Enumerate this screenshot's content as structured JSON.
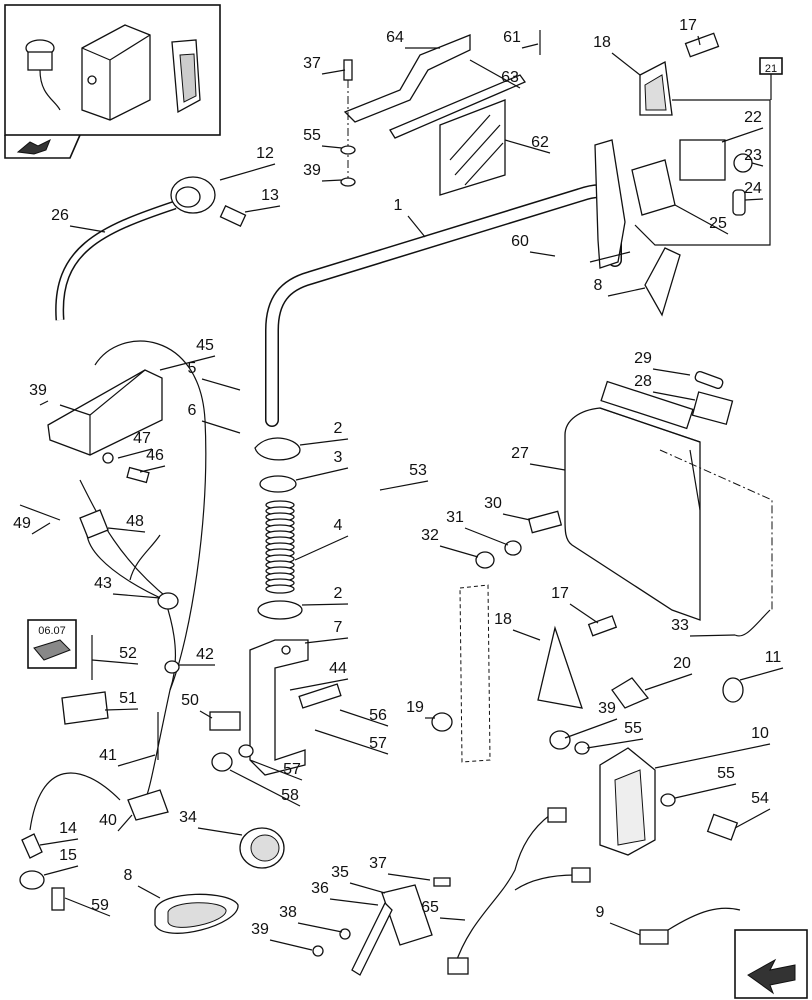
{
  "inset_ref_top": "21",
  "inset_ref_left": "06.07",
  "callouts": [
    {
      "id": "c64",
      "text": "64"
    },
    {
      "id": "c61",
      "text": "61"
    },
    {
      "id": "c63",
      "text": "63"
    },
    {
      "id": "c37a",
      "text": "37"
    },
    {
      "id": "c55a",
      "text": "55"
    },
    {
      "id": "c39a",
      "text": "39"
    },
    {
      "id": "c62",
      "text": "62"
    },
    {
      "id": "c17a",
      "text": "17"
    },
    {
      "id": "c18a",
      "text": "18"
    },
    {
      "id": "c22",
      "text": "22"
    },
    {
      "id": "c23",
      "text": "23"
    },
    {
      "id": "c24",
      "text": "24"
    },
    {
      "id": "c25",
      "text": "25"
    },
    {
      "id": "c12",
      "text": "12"
    },
    {
      "id": "c13",
      "text": "13"
    },
    {
      "id": "c26",
      "text": "26"
    },
    {
      "id": "c1",
      "text": "1"
    },
    {
      "id": "c60",
      "text": "60"
    },
    {
      "id": "c8a",
      "text": "8"
    },
    {
      "id": "c45",
      "text": "45"
    },
    {
      "id": "c5",
      "text": "5"
    },
    {
      "id": "c39b",
      "text": "39"
    },
    {
      "id": "c6",
      "text": "6"
    },
    {
      "id": "c47",
      "text": "47"
    },
    {
      "id": "c46",
      "text": "46"
    },
    {
      "id": "c2a",
      "text": "2"
    },
    {
      "id": "c3",
      "text": "3"
    },
    {
      "id": "c53",
      "text": "53"
    },
    {
      "id": "c29",
      "text": "29"
    },
    {
      "id": "c28",
      "text": "28"
    },
    {
      "id": "c27",
      "text": "27"
    },
    {
      "id": "c49",
      "text": "49"
    },
    {
      "id": "c48",
      "text": "48"
    },
    {
      "id": "c4",
      "text": "4"
    },
    {
      "id": "c30",
      "text": "30"
    },
    {
      "id": "c31",
      "text": "31"
    },
    {
      "id": "c32",
      "text": "32"
    },
    {
      "id": "c43",
      "text": "43"
    },
    {
      "id": "c2b",
      "text": "2"
    },
    {
      "id": "c17b",
      "text": "17"
    },
    {
      "id": "c7",
      "text": "7"
    },
    {
      "id": "c18b",
      "text": "18"
    },
    {
      "id": "c33",
      "text": "33"
    },
    {
      "id": "c52",
      "text": "52"
    },
    {
      "id": "c42",
      "text": "42"
    },
    {
      "id": "c44",
      "text": "44"
    },
    {
      "id": "c11",
      "text": "11"
    },
    {
      "id": "c20",
      "text": "20"
    },
    {
      "id": "c51",
      "text": "51"
    },
    {
      "id": "c50",
      "text": "50"
    },
    {
      "id": "c56",
      "text": "56"
    },
    {
      "id": "c19",
      "text": "19"
    },
    {
      "id": "c39c",
      "text": "39"
    },
    {
      "id": "c10",
      "text": "10"
    },
    {
      "id": "c55b",
      "text": "55"
    },
    {
      "id": "c41",
      "text": "41"
    },
    {
      "id": "c57a",
      "text": "57"
    },
    {
      "id": "c57b",
      "text": "57"
    },
    {
      "id": "c55c",
      "text": "55"
    },
    {
      "id": "c58",
      "text": "58"
    },
    {
      "id": "c54",
      "text": "54"
    },
    {
      "id": "c14",
      "text": "14"
    },
    {
      "id": "c40",
      "text": "40"
    },
    {
      "id": "c34",
      "text": "34"
    },
    {
      "id": "c15",
      "text": "15"
    },
    {
      "id": "c37b",
      "text": "37"
    },
    {
      "id": "c35",
      "text": "35"
    },
    {
      "id": "c8b",
      "text": "8"
    },
    {
      "id": "c36",
      "text": "36"
    },
    {
      "id": "c65",
      "text": "65"
    },
    {
      "id": "c59",
      "text": "59"
    },
    {
      "id": "c38",
      "text": "38"
    },
    {
      "id": "c9",
      "text": "9"
    },
    {
      "id": "c39d",
      "text": "39"
    }
  ]
}
